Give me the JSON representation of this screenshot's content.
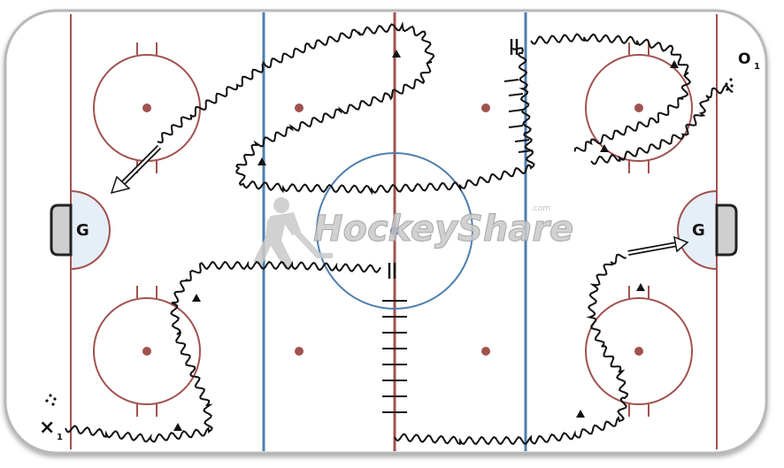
{
  "rink": {
    "ice_color": "#ffffff",
    "border_color": "#b8b8b8",
    "red_line_color": "#a0524f",
    "blue_line_color": "#4f7fae",
    "crease_fill": "#e6eef8"
  },
  "goalies": [
    {
      "id": "left",
      "label": "G"
    },
    {
      "id": "right",
      "label": "G"
    }
  ],
  "players": {
    "x_label": "×",
    "x_sub": "1",
    "o_label": "O",
    "o_sub": "1"
  },
  "watermark": {
    "text": "HockeyShare",
    "suffix": ".com",
    "color": "#c9c9c9"
  },
  "legend_icons": [
    "skating-path-icon",
    "pass-arrow-icon",
    "pylon-icon",
    "stop-icon",
    "puck-icon"
  ]
}
